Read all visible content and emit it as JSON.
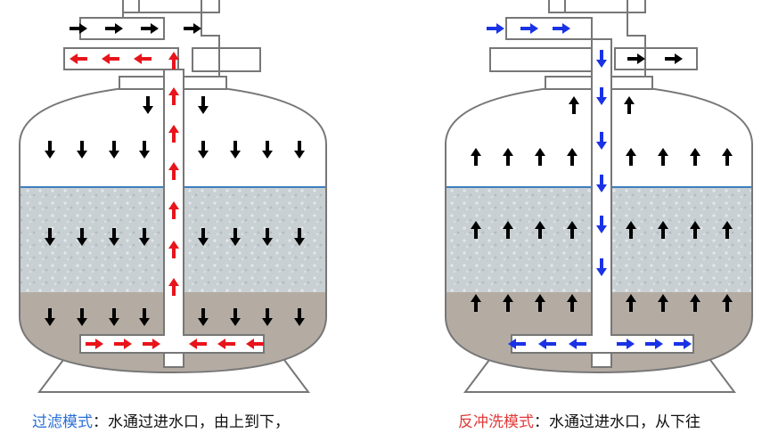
{
  "captions": {
    "filter": {
      "mode": "过滤模式",
      "text": "：水通过进水口，由上到下，"
    },
    "backwash": {
      "mode": "反冲洗模式",
      "text": "：水通过进水口，从下往"
    }
  },
  "colors": {
    "red_arrow": "#e8141b",
    "blue_arrow": "#1a32e6",
    "black_arrow": "#000000",
    "mode_blue": "#2a6fd6",
    "mode_red": "#e23a3a",
    "sand": "#c9d0d3",
    "gravel": "#b4aba3",
    "water_line": "#3f7fbf"
  },
  "icons": {
    "arrow": "arrow-icon",
    "tank": "filter-tank"
  }
}
